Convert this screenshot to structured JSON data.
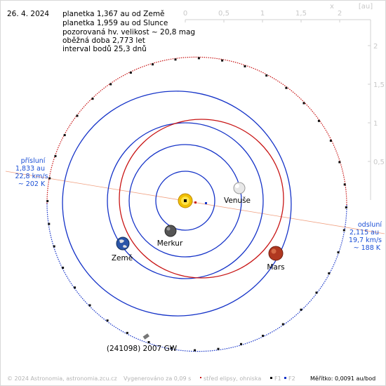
{
  "header": {
    "date": "26. 4. 2024",
    "info_lines": [
      "planetka 1,367 au od Země",
      "planetka 1,959 au od Slunce",
      "pozorovaná hv. velikost ~ 20,8 mag",
      "oběžná doba 2,773 let",
      "interval bodů 25,3 dnů"
    ]
  },
  "axes": {
    "x_ticks": [
      "0",
      "0,5",
      "1",
      "1,5",
      "2"
    ],
    "x_label": "x",
    "unit": "[au]",
    "y_ticks": [
      "2",
      "1,5",
      "1",
      "0,5"
    ]
  },
  "perihelion": {
    "title": "přísluní",
    "distance": "1,833 au",
    "speed": "22,8 km/s",
    "temp": "~ 202 K"
  },
  "aphelion": {
    "title": "odsluní",
    "distance": "2,115 au",
    "speed": "19,7 km/s",
    "temp": "~ 188 K"
  },
  "bodies": {
    "venus": "Venuše",
    "mercury": "Merkur",
    "earth": "Země",
    "mars": "Mars",
    "asteroid": "(241098) 2007 GW"
  },
  "footer": {
    "copyright": "© 2024 Astronomia, astronomia.zcu.cz",
    "generated": "Vygenerováno za 0,09 s",
    "legend_center": "střed elipsy, ohniska",
    "legend_f1": "F1",
    "legend_f2": "F2",
    "scale": "Měřítko: 0,0091 au/bod"
  },
  "colors": {
    "orbit_blue": "#1533c8",
    "orbit_red": "#c81414",
    "text_blue": "#1a4fd6",
    "apsides_line": "#f0a080",
    "axis_gray": "#c8c8c8"
  }
}
